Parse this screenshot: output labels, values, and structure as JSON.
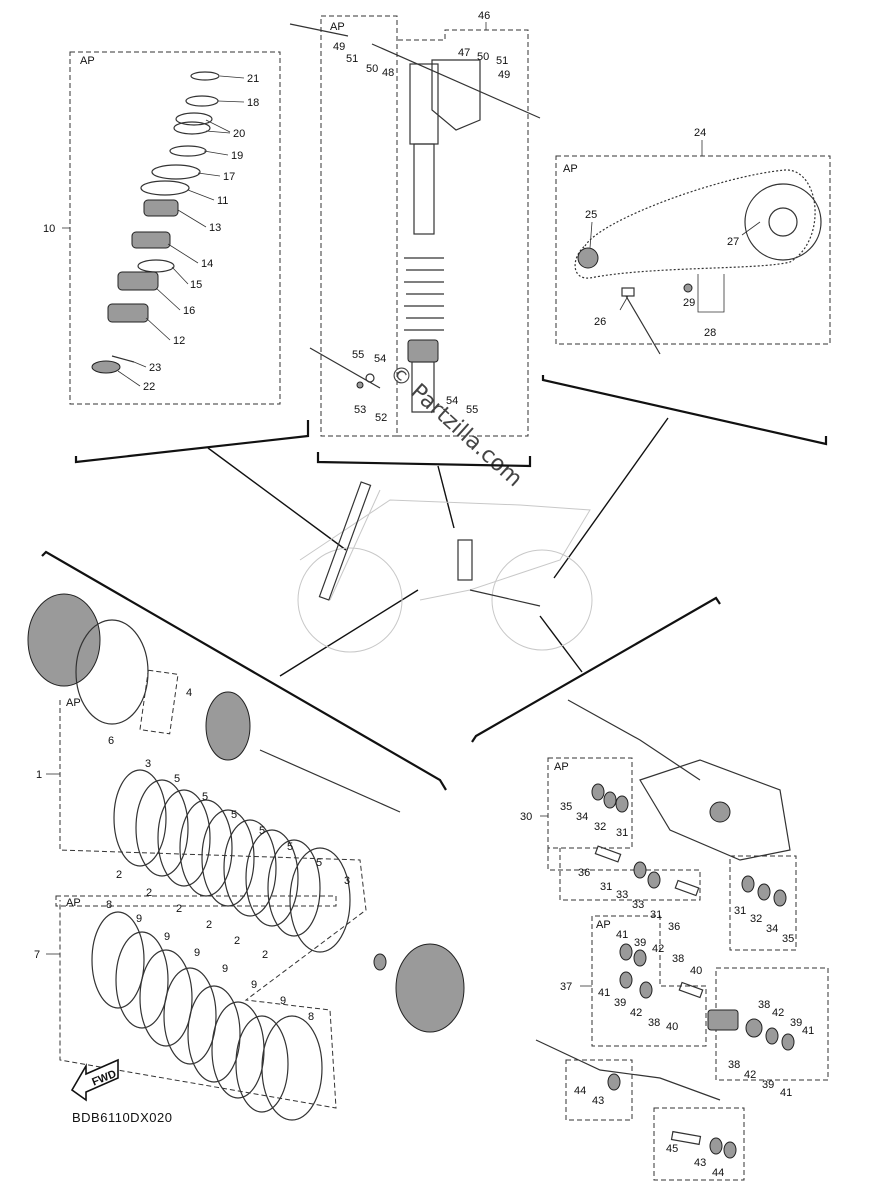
{
  "diagram": {
    "code": "BDB6110DX020",
    "watermark": "© Partzilla.com",
    "fwd_label": "FWD",
    "ap_label": "AP",
    "labels": {
      "steering": [
        "10",
        "21",
        "18",
        "20",
        "19",
        "17",
        "11",
        "13",
        "14",
        "15",
        "16",
        "12",
        "23",
        "22"
      ],
      "shock": [
        "46",
        "49",
        "51",
        "50",
        "48",
        "47",
        "50",
        "51",
        "49",
        "55",
        "54",
        "53",
        "52",
        "54",
        "55"
      ],
      "chain": [
        "24",
        "25",
        "27",
        "29",
        "26",
        "28"
      ],
      "clutch": [
        "1",
        "3",
        "5",
        "5",
        "5",
        "5",
        "5",
        "5",
        "3",
        "2",
        "2",
        "2",
        "2",
        "2",
        "2",
        "4",
        "6",
        "7",
        "8",
        "9",
        "9",
        "9",
        "9",
        "9",
        "9",
        "8"
      ],
      "trans": [
        "30",
        "35",
        "34",
        "32",
        "31",
        "36",
        "31",
        "33",
        "33",
        "31",
        "36",
        "31",
        "32",
        "34",
        "35",
        "37",
        "41",
        "39",
        "42",
        "38",
        "40",
        "41",
        "39",
        "42",
        "38",
        "40",
        "38",
        "42",
        "39",
        "41",
        "38",
        "42",
        "39",
        "41",
        "44",
        "43",
        "45",
        "43",
        "44"
      ]
    }
  }
}
